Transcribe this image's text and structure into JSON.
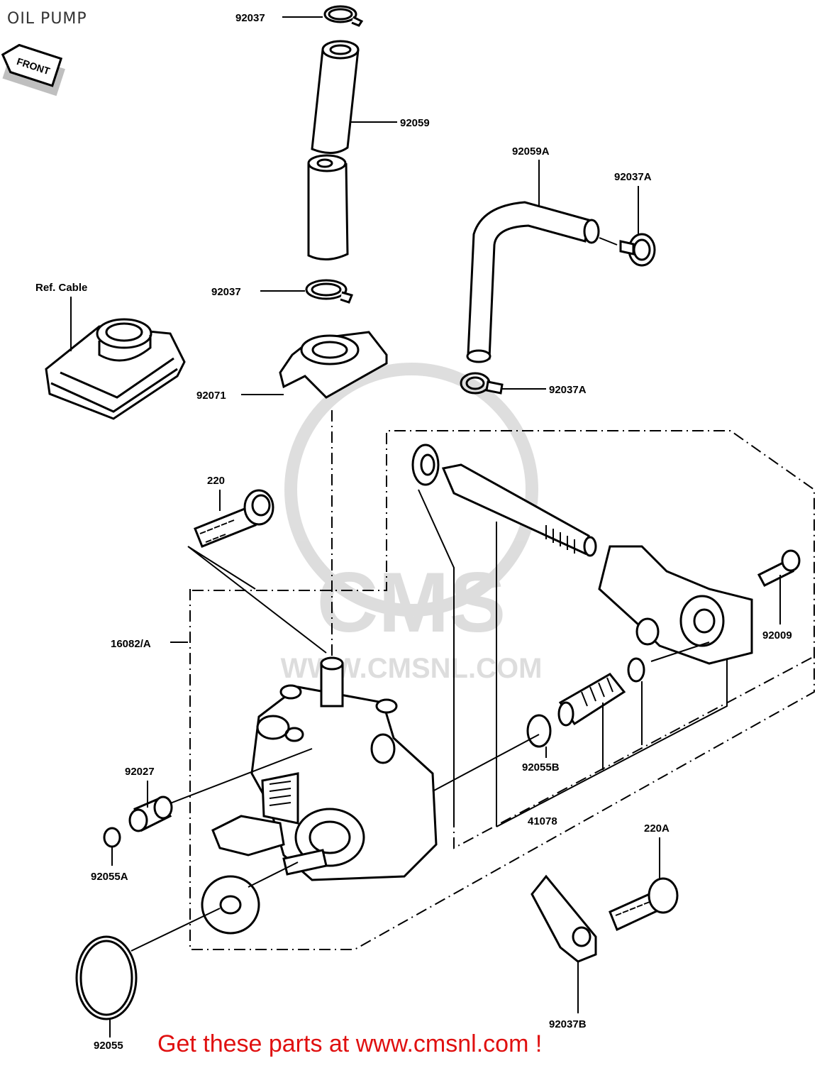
{
  "page": {
    "title": "OIL PUMP",
    "footer": "Get these parts at www.cmsnl.com !"
  },
  "front_badge": "FRONT",
  "watermark": {
    "brand": "CMS",
    "url": "WWW.CMSNL.COM"
  },
  "callouts": [
    {
      "id": "92037-top",
      "text": "92037"
    },
    {
      "id": "92059",
      "text": "92059"
    },
    {
      "id": "92059A",
      "text": "92059A"
    },
    {
      "id": "92037A-top",
      "text": "92037A"
    },
    {
      "id": "92037-mid",
      "text": "92037"
    },
    {
      "id": "ref-cable",
      "text": "Ref. Cable"
    },
    {
      "id": "92071",
      "text": "92071"
    },
    {
      "id": "92037A-bottom",
      "text": "92037A"
    },
    {
      "id": "220",
      "text": "220"
    },
    {
      "id": "16082A",
      "text": "16082/A"
    },
    {
      "id": "92009",
      "text": "92009"
    },
    {
      "id": "92027",
      "text": "92027"
    },
    {
      "id": "92055B",
      "text": "92055B"
    },
    {
      "id": "41078",
      "text": "41078"
    },
    {
      "id": "92055A",
      "text": "92055A"
    },
    {
      "id": "220A",
      "text": "220A"
    },
    {
      "id": "92037B",
      "text": "92037B"
    },
    {
      "id": "92055",
      "text": "92055"
    }
  ]
}
